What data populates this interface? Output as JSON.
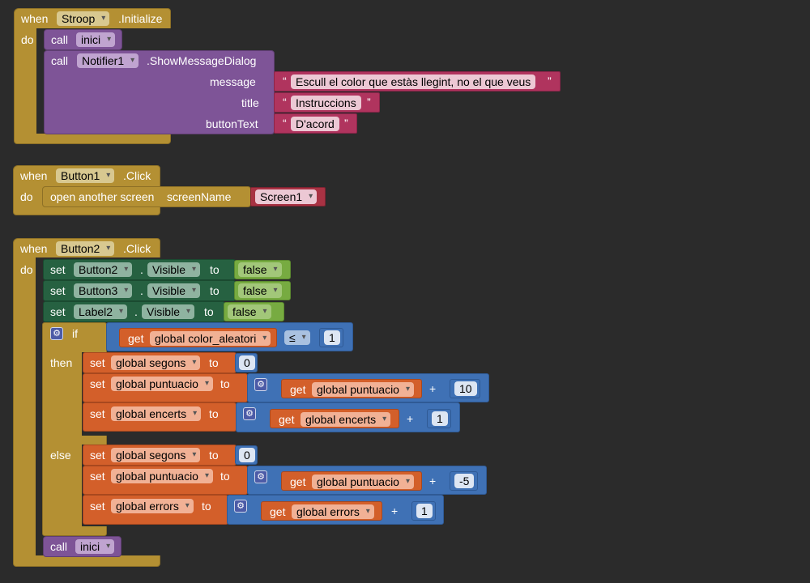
{
  "kw": {
    "when": "when",
    "do": "do",
    "call": "call",
    "set": "set",
    "to": "to",
    "if": "if",
    "then": "then",
    "else": "else",
    "get": "get",
    "open": "open another screen",
    "screenName": "screenName",
    "dot": ".",
    "plus": "+",
    "leq": "≤",
    "lq": "“",
    "rq": "”",
    "gear": "⚙"
  },
  "block1": {
    "component": "Stroop",
    "event": ".Initialize",
    "proc_call": "inici",
    "notifier": "Notifier1",
    "method": ".ShowMessageDialog",
    "arg1": "message",
    "arg2": "title",
    "arg3": "buttonText",
    "val1": "Escull el color que estàs llegint, no el que veus",
    "val2": "Instruccions",
    "val3": "D'acord"
  },
  "block2": {
    "component": "Button1",
    "event": ".Click",
    "screen": "Screen1"
  },
  "block3": {
    "component": "Button2",
    "event": ".Click",
    "props": [
      {
        "comp": "Button2",
        "prop": "Visible",
        "val": "false"
      },
      {
        "comp": "Button3",
        "prop": "Visible",
        "val": "false"
      },
      {
        "comp": "Label2",
        "prop": "Visible",
        "val": "false"
      }
    ],
    "cond_var": "global color_aleatori",
    "cond_num": "1",
    "then": [
      {
        "var": "global segons",
        "val": "0"
      },
      {
        "var": "global puntuacio",
        "get": "global puntuacio",
        "num": "10"
      },
      {
        "var": "global encerts",
        "get": "global encerts",
        "num": "1"
      }
    ],
    "else": [
      {
        "var": "global segons",
        "val": "0"
      },
      {
        "var": "global puntuacio",
        "get": "global puntuacio",
        "num": "-5"
      },
      {
        "var": "global errors",
        "get": "global errors",
        "num": "1"
      }
    ],
    "final_call": "inici"
  },
  "colors": {
    "event": "#b49033",
    "procedure": "#7e5497",
    "text": "#b0345e",
    "property": "#266141",
    "logic": "#77ab41",
    "variable": "#d35f2a",
    "math": "#3f71b5",
    "background": "#2b2b2b"
  }
}
